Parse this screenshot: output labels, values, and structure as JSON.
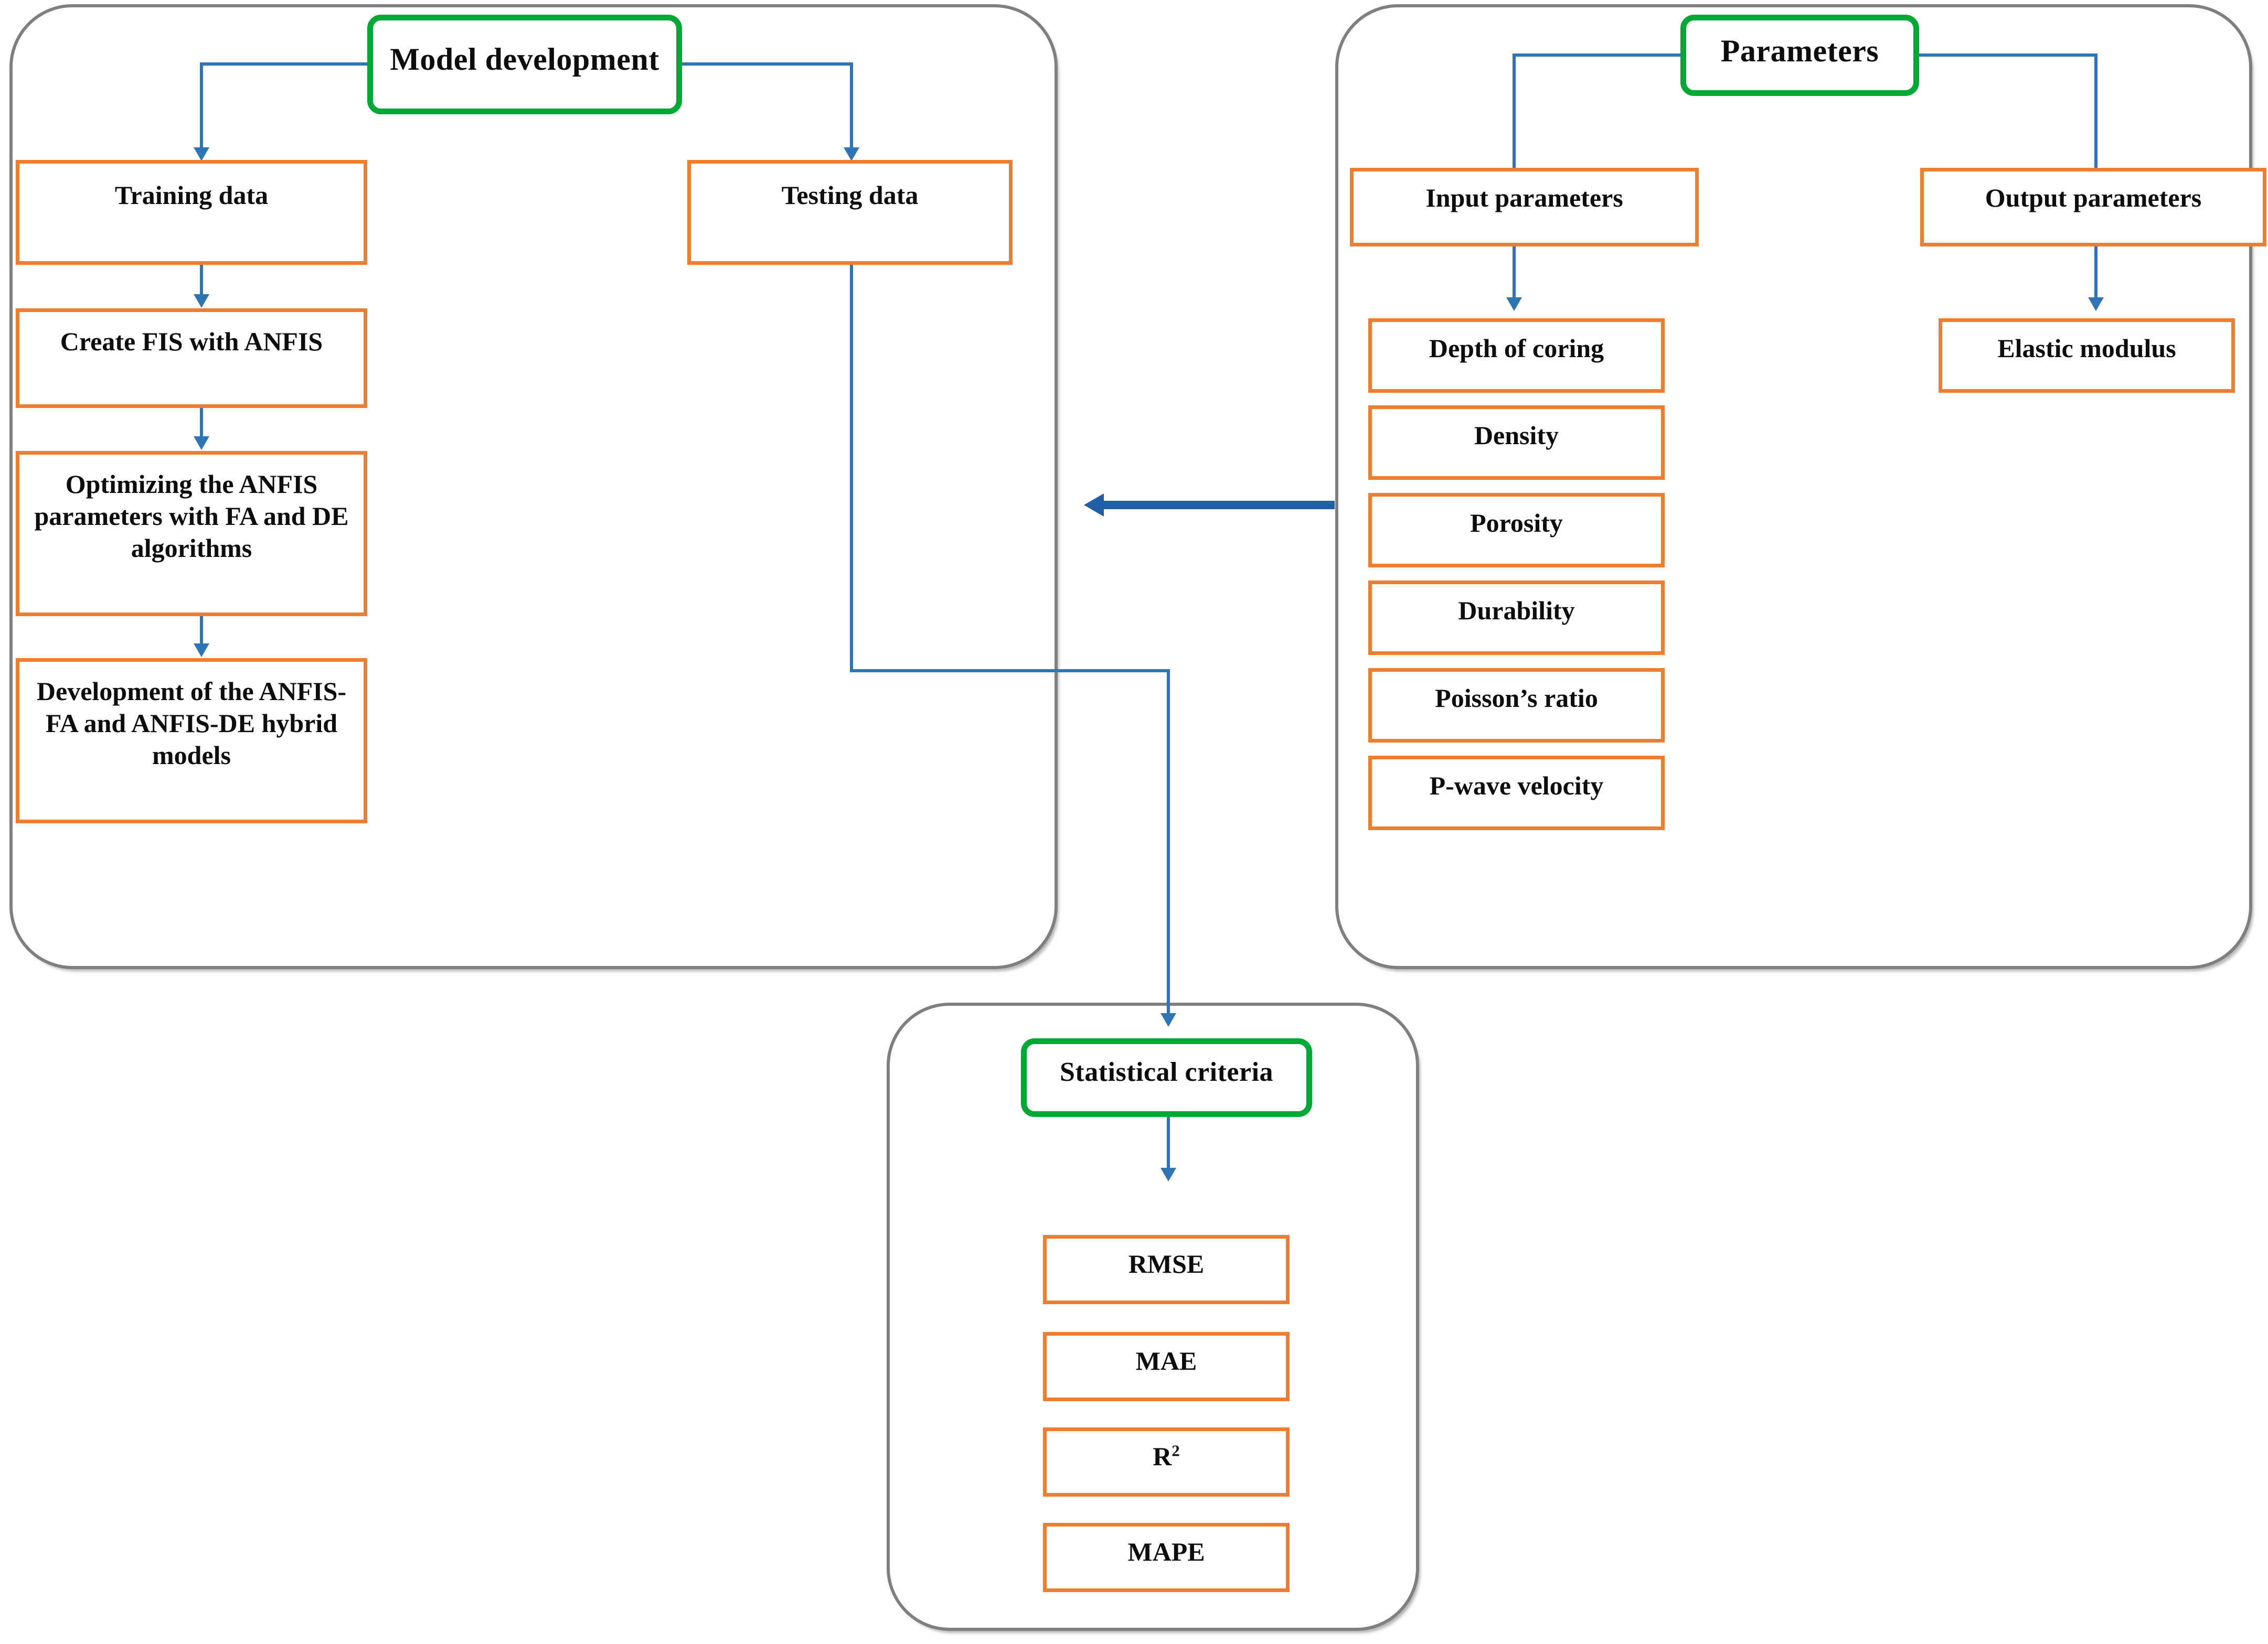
{
  "diagram": {
    "title": "ANFIS hybrid model development methodology flowchart",
    "colors": {
      "panel_border": "#7f7f7f",
      "green_node_border": "#00a933",
      "orange_node_border": "#ed7d31",
      "connector_blue": "#2e75b6",
      "connector_dark_blue": "#1f5fa8",
      "text": "#0d0d0d",
      "background": "#ffffff"
    }
  },
  "panels": {
    "model_development": {
      "header": "Model development",
      "nodes": {
        "training_data": "Training data",
        "testing_data": "Testing data",
        "create_fis": "Create FIS with ANFIS",
        "optimizing": "Optimizing the ANFIS parameters with FA and DE algorithms",
        "optimizing_lines": [
          "Optimizing the ANFIS",
          "parameters with FA and",
          "DE algorithms"
        ],
        "development": "Development of the ANFIS-FA and ANFIS-DE hybrid models",
        "development_lines": [
          "Development of the",
          "ANFIS-FA and ANFIS-DE",
          "hybrid models"
        ]
      }
    },
    "parameters": {
      "header": "Parameters",
      "input_group_label": "Input parameters",
      "output_group_label": "Output parameters",
      "input_parameters": [
        "Depth of coring",
        "Density",
        "Porosity",
        "Durability",
        "Poisson’s ratio",
        "P-wave velocity"
      ],
      "output_parameters": [
        "Elastic modulus"
      ]
    },
    "statistical_criteria": {
      "header": "Statistical criteria",
      "criteria": [
        "RMSE",
        "MAE",
        "R²",
        "MAPE"
      ],
      "criteria_superscript": {
        "r_squared_base": "R",
        "r_squared_exp": "2"
      }
    }
  }
}
